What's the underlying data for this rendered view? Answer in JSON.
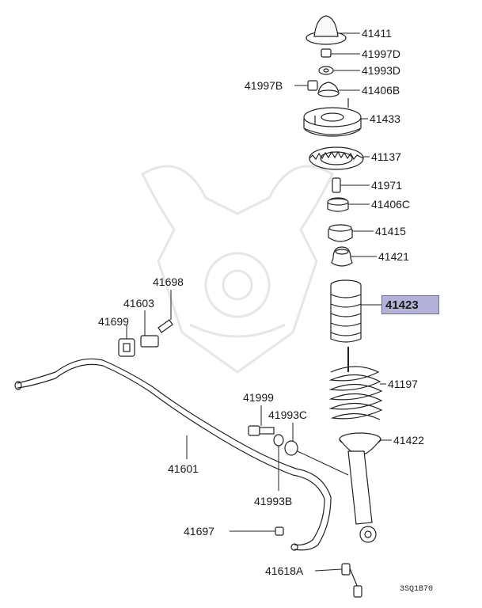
{
  "diagram": {
    "highlight_color": "#b3b3d9",
    "labels": {
      "l41411": "41411",
      "l41997D": "41997D",
      "l41993D": "41993D",
      "l41997B": "41997B",
      "l41406B": "41406B",
      "l41433": "41433",
      "l41137": "41137",
      "l41971": "41971",
      "l41406C": "41406C",
      "l41415": "41415",
      "l41421": "41421",
      "l41423": "41423",
      "l41197": "41197",
      "l41422": "41422",
      "l41698": "41698",
      "l41603": "41603",
      "l41699": "41699",
      "l41601": "41601",
      "l41999": "41999",
      "l41993C": "41993C",
      "l41993B": "41993B",
      "l41697": "41697",
      "l41618A": "41618A"
    },
    "figure_code": "3SQ1B70"
  }
}
